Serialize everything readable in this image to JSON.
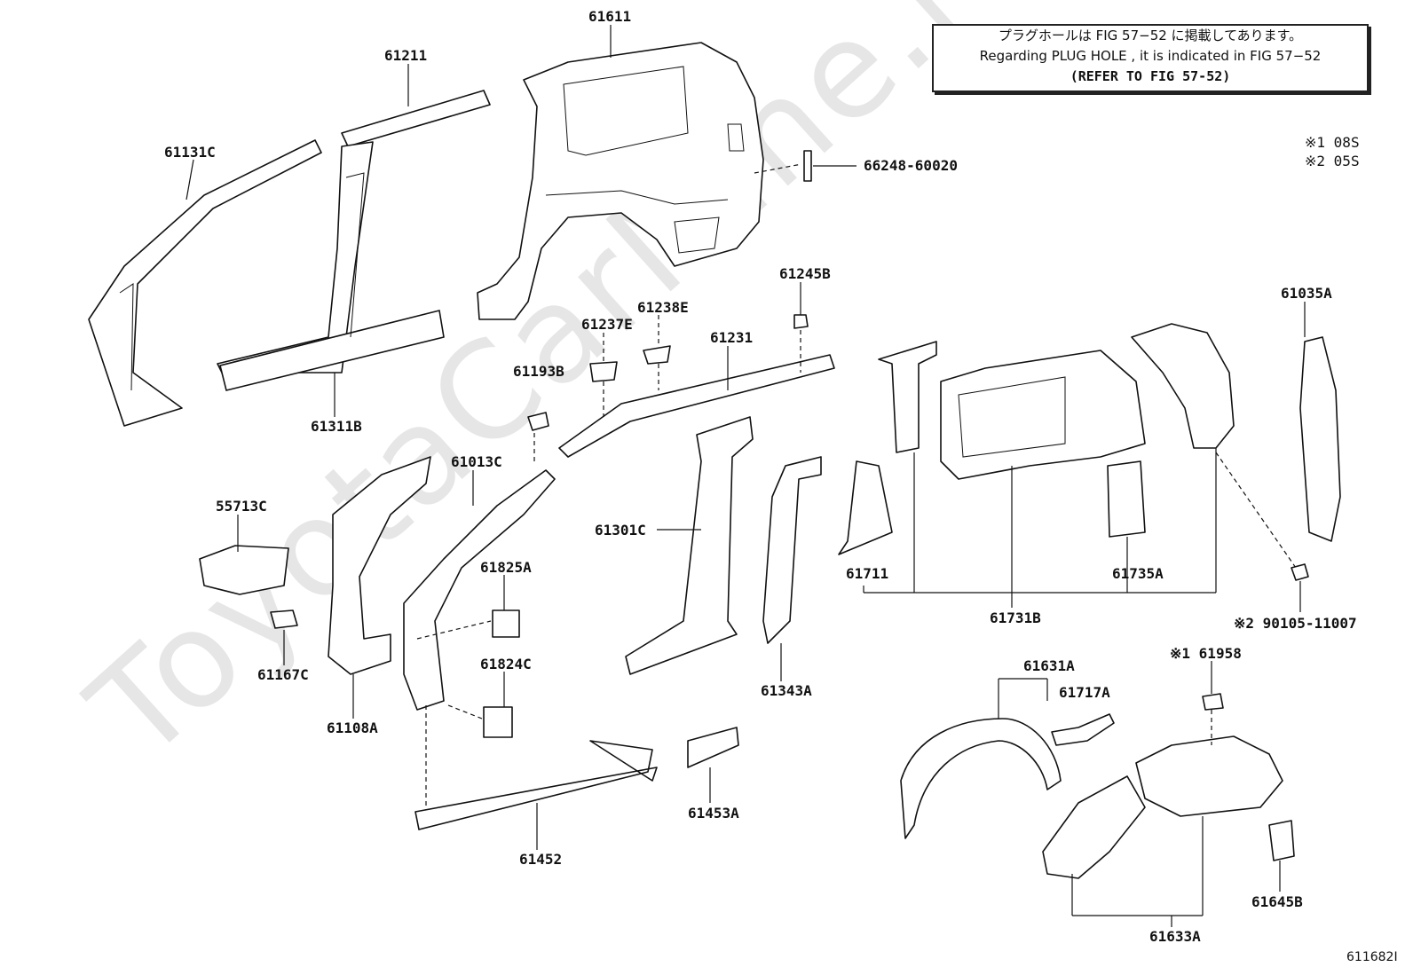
{
  "note": {
    "line1": "プラグホールは FIG 57−52 に掲載してあります。",
    "line2": "Regarding PLUG HOLE , it is indicated in FIG 57−52",
    "line3": "(REFER TO FIG 57-52)"
  },
  "legend": {
    "item1": "※1 08S",
    "item2": "※2 05S"
  },
  "watermark": "ToyotaCarMine.ru",
  "figure_id": "611682I",
  "parts": {
    "p61611": "61611",
    "p61211": "61211",
    "p61131C": "61131C",
    "p61311B": "61311B",
    "p66248": "66248-60020",
    "p61245B": "61245B",
    "p61238E": "61238E",
    "p61237E": "61237E",
    "p61231": "61231",
    "p61193B": "61193B",
    "p61035A": "61035A",
    "p61013C": "61013C",
    "p55713C": "55713C",
    "p61301C": "61301C",
    "p61825A": "61825A",
    "p61711": "61711",
    "p61735A": "61735A",
    "p61731B": "61731B",
    "p90105": "※2 90105-11007",
    "p61167C": "61167C",
    "p61824C": "61824C",
    "p61108A": "61108A",
    "p61343A": "61343A",
    "p61631A": "61631A",
    "p61958": "※1 61958",
    "p61717A": "61717A",
    "p61453A": "61453A",
    "p61452": "61452",
    "p61645B": "61645B",
    "p61633A": "61633A"
  }
}
